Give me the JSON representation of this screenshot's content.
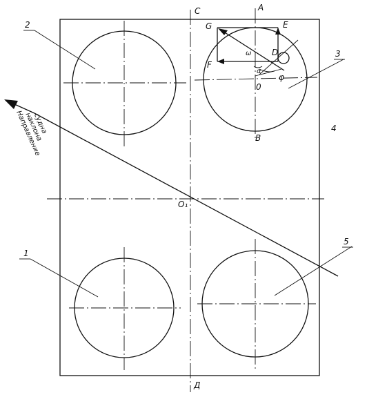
{
  "labels": {
    "circle_1": "1",
    "circle_2": "2",
    "circle_3": "3",
    "frame_4": "4",
    "circle_5": "5",
    "point_c": "C",
    "point_a": "A",
    "point_b": "B",
    "point_d": "Д",
    "point_o1": "O₁",
    "point_g": "G",
    "point_e": "E",
    "point_f": "F",
    "point_o": "0",
    "point_d_small": "D",
    "angle_phi": "φ",
    "angle_alpha": "α",
    "angle_omega": "ω"
  },
  "direction_note": [
    "Направление",
    "наклона",
    "судна"
  ]
}
